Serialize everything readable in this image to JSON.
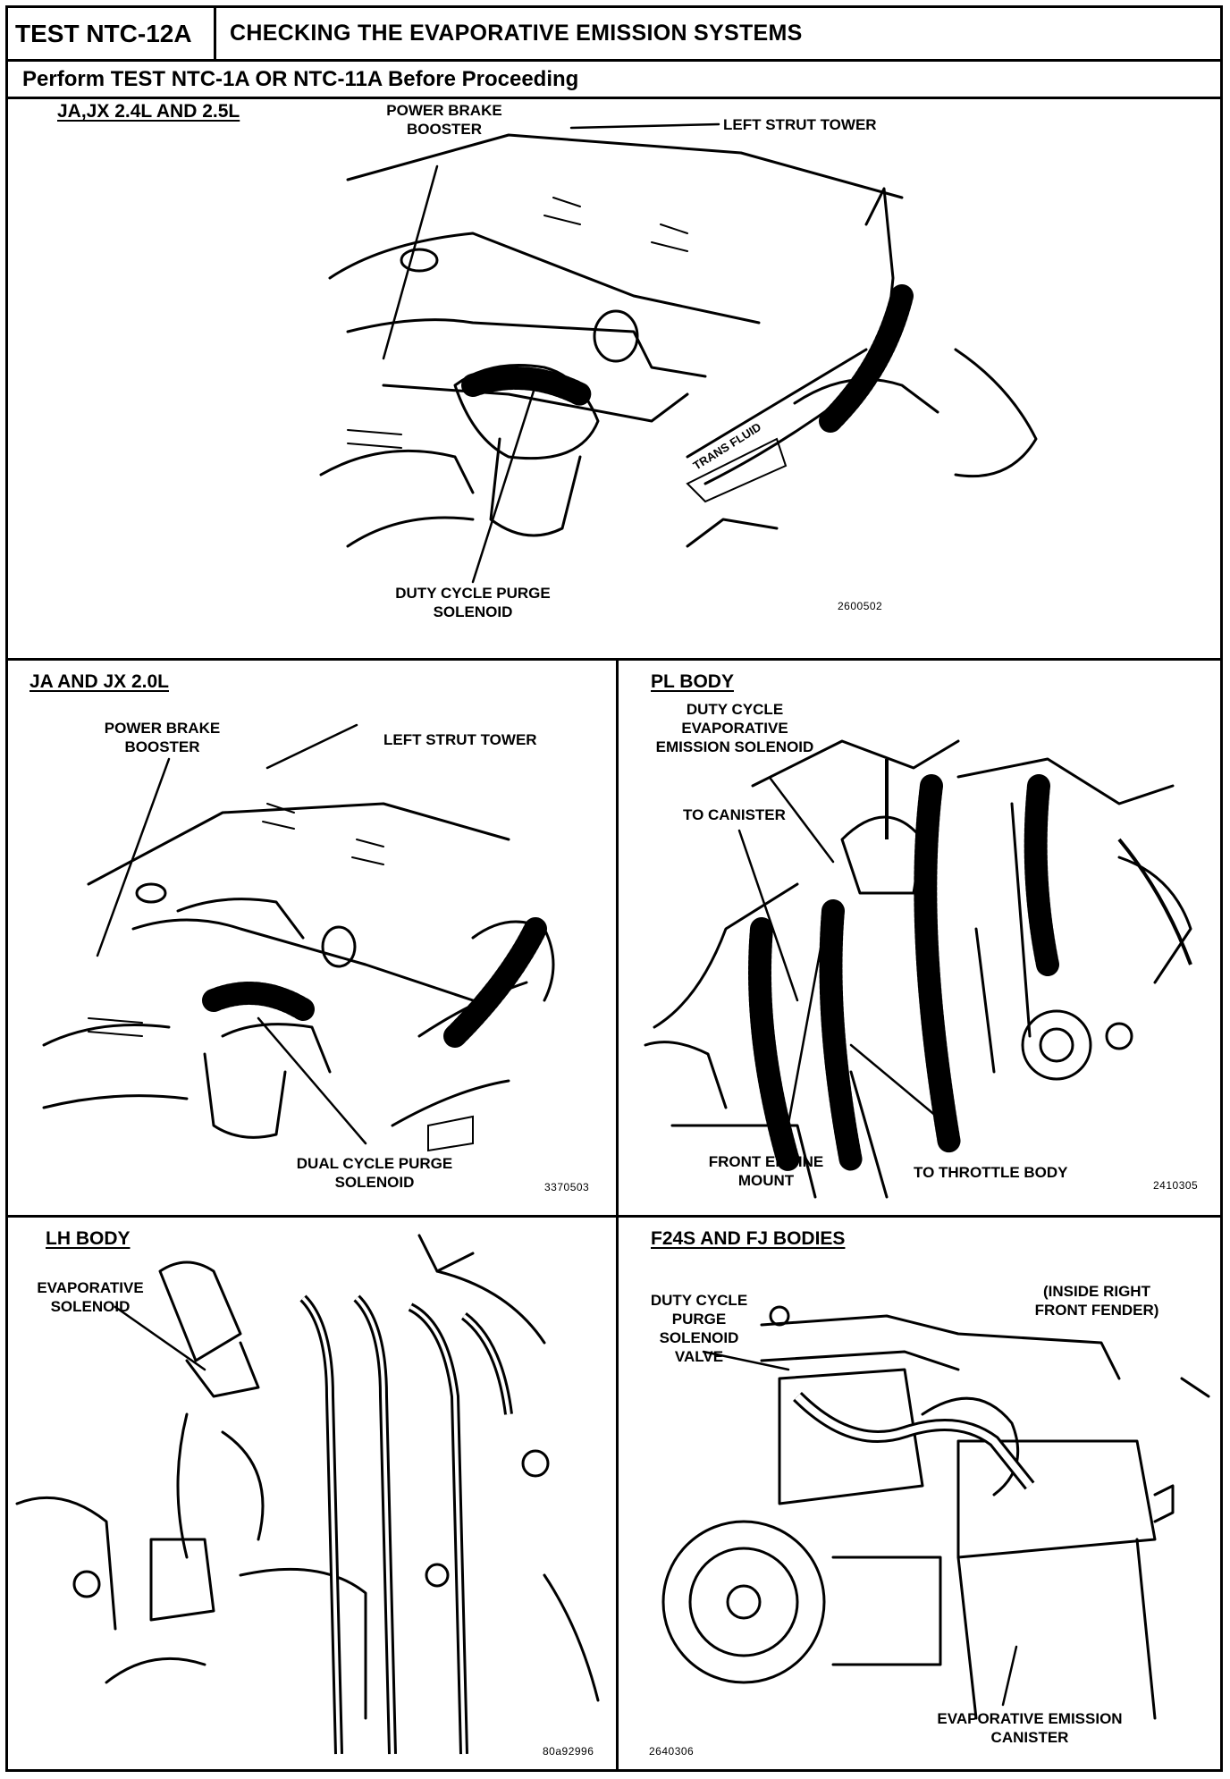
{
  "header": {
    "test_id": "TEST NTC-12A",
    "title": "CHECKING THE EVAPORATIVE EMISSION SYSTEMS",
    "subtitle": "Perform TEST NTC-1A OR NTC-11A Before Proceeding"
  },
  "panels": {
    "ja_jx_24_25": {
      "title": "JA,JX 2.4L AND 2.5L",
      "labels": {
        "power_brake_booster_1": "POWER BRAKE",
        "power_brake_booster_2": "BOOSTER",
        "left_strut_tower": "LEFT STRUT TOWER",
        "duty_cycle_purge_1": "DUTY CYCLE PURGE",
        "duty_cycle_purge_2": "SOLENOID",
        "trans_fluid": "TRANS FLUID"
      },
      "code": "2600502"
    },
    "ja_jx_20": {
      "title": "JA AND JX 2.0L",
      "labels": {
        "power_brake_booster_1": "POWER BRAKE",
        "power_brake_booster_2": "BOOSTER",
        "left_strut_tower": "LEFT STRUT TOWER",
        "dual_cycle_purge_1": "DUAL CYCLE PURGE",
        "dual_cycle_purge_2": "SOLENOID"
      },
      "code": "3370503"
    },
    "pl_body": {
      "title": "PL BODY",
      "labels": {
        "duty_cycle_evap_1": "DUTY CYCLE",
        "duty_cycle_evap_2": "EVAPORATIVE",
        "duty_cycle_evap_3": "EMISSION SOLENOID",
        "to_canister": "TO CANISTER",
        "front_engine_mount_1": "FRONT ENGINE",
        "front_engine_mount_2": "MOUNT",
        "to_throttle_body": "TO THROTTLE BODY"
      },
      "code": "2410305"
    },
    "lh_body": {
      "title": "LH BODY",
      "labels": {
        "evap_solenoid_1": "EVAPORATIVE",
        "evap_solenoid_2": "SOLENOID"
      },
      "code": "80a92996"
    },
    "f24s_fj": {
      "title": "F24S AND FJ BODIES",
      "labels": {
        "duty_cycle_purge_1": "DUTY CYCLE",
        "duty_cycle_purge_2": "PURGE",
        "duty_cycle_purge_3": "SOLENOID",
        "duty_cycle_purge_4": "VALVE",
        "inside_right_1": "(INSIDE RIGHT",
        "inside_right_2": "FRONT FENDER)",
        "evap_canister_1": "EVAPORATIVE EMISSION",
        "evap_canister_2": "CANISTER"
      },
      "code": "2640306"
    }
  }
}
